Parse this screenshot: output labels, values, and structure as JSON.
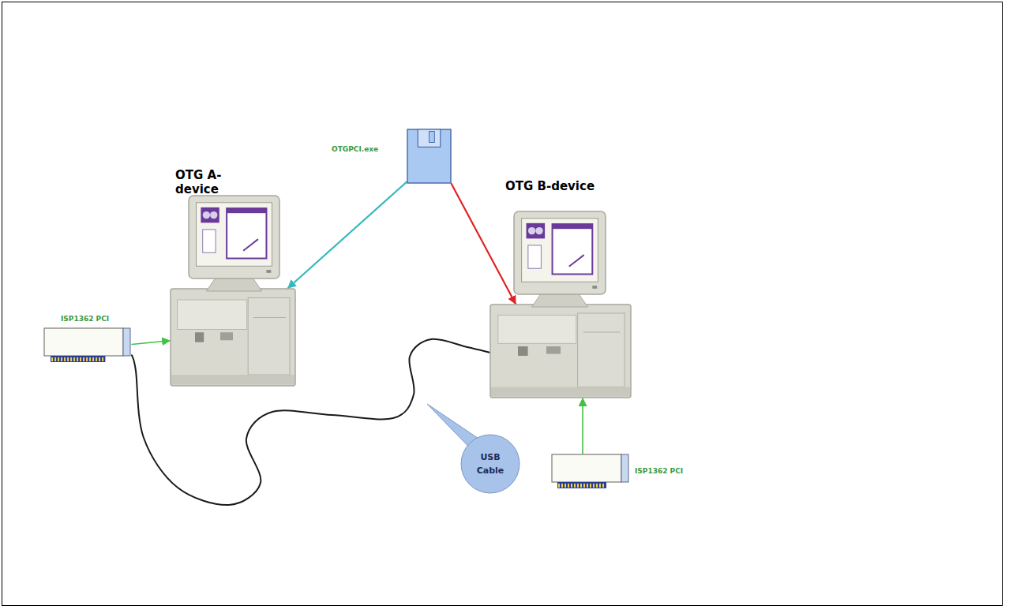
{
  "diagram": {
    "nodes": [
      {
        "text": [
          "OTG A-device"
        ]
      },
      {
        "text": [
          "OTGPCI.exe"
        ]
      },
      {
        "text": [
          "OTG B-device"
        ]
      },
      {
        "text": [
          "ISP1362 PCI"
        ]
      },
      {
        "text": [
          "ISP1362 PCI"
        ]
      },
      {
        "text": [
          "USB Cable"
        ]
      }
    ],
    "edges": [
      {
        "from": 1,
        "to": 0,
        "arrow": "to"
      },
      {
        "from": 1,
        "to": 2,
        "arrow": "to"
      },
      {
        "from": 3,
        "to": 0,
        "arrow": "to"
      },
      {
        "from": 4,
        "to": 2,
        "arrow": "to"
      },
      {
        "from": 3,
        "to": 2,
        "arrow": "none"
      }
    ]
  }
}
